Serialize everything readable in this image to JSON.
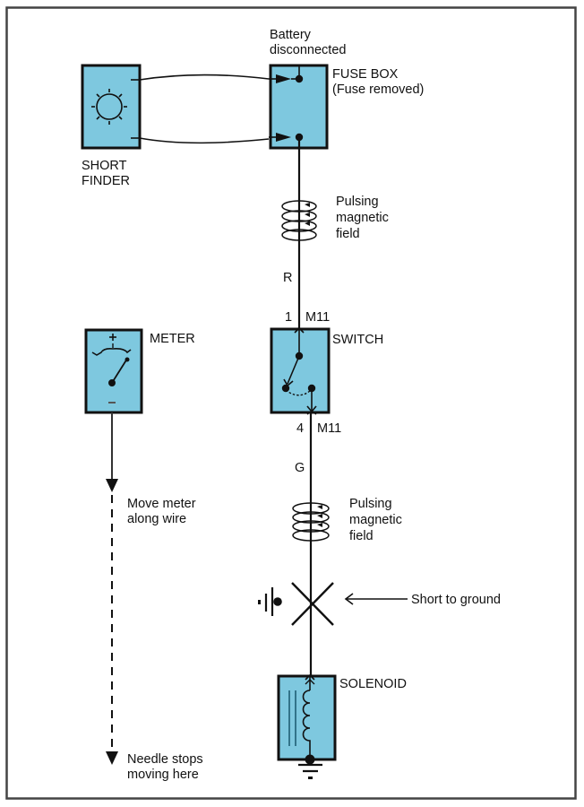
{
  "diagram": {
    "type": "wiring-diagram",
    "title": "Short to ground location using short finder and meter",
    "components": {
      "short_finder": {
        "label_line1": "SHORT",
        "label_line2": "FINDER",
        "icon": "lamp-sun-icon"
      },
      "fuse_box": {
        "note_line1": "Battery",
        "note_line2": "disconnected",
        "label_line1": "FUSE BOX",
        "label_line2": "(Fuse removed)"
      },
      "switch": {
        "label": "SWITCH",
        "top_pin": "1",
        "top_connector": "M11",
        "bottom_pin": "4",
        "bottom_connector": "M11"
      },
      "meter": {
        "label": "METER",
        "plus": "+",
        "minus": "–"
      },
      "solenoid": {
        "label": "SOLENOID"
      }
    },
    "wires": {
      "upper": {
        "color_code": "R"
      },
      "lower": {
        "color_code": "G"
      }
    },
    "annotations": {
      "magnetic_field_upper": {
        "line1": "Pulsing",
        "line2": "magnetic",
        "line3": "field"
      },
      "magnetic_field_lower": {
        "line1": "Pulsing",
        "line2": "magnetic",
        "line3": "field"
      },
      "short_to_ground": "Short to ground",
      "move_meter_line1": "Move meter",
      "move_meter_line2": "along wire",
      "needle_stops_line1": "Needle stops",
      "needle_stops_line2": "moving here"
    },
    "colors": {
      "component_fill": "#7ec8df",
      "line": "#111111"
    }
  }
}
